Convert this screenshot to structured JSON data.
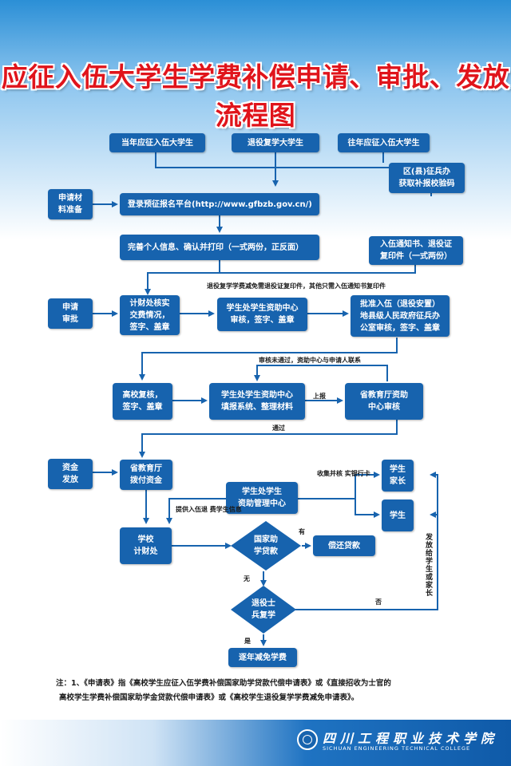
{
  "title": "应征入伍大学生学费补偿申请、审批、发放流程图",
  "nodes": {
    "current_students": "当年应征入伍大学生",
    "retired_students": "退役复学大学生",
    "previous_students": "往年应征入伍大学生",
    "district_office": "区(县)征兵办\n获取补报校验码",
    "materials_prep": "申请材\n料准备",
    "login_platform": "登录预征报名平台(http://www.gfbzb.gov.cn/)",
    "complete_info": "完善个人信息、确认并打印（一式两份，正反面）",
    "enlistment_notice": "入伍通知书、退役证\n复印件（一式两份）",
    "apply_review": "申请\n审批",
    "finance_check": "计财处核实\n交费情况，\n签字、盖章",
    "aid_center_review": "学生处学生资助中心\n审核，签字、盖章",
    "approve_enlist": "批准入伍（退役安置）\n地县级人民政府征兵办\n公室审核，签字、盖章",
    "school_recheck": "高校复核，\n签字、盖章",
    "aid_center_fill": "学生处学生资助中心\n填报系统、整理材料",
    "province_review": "省教育厅资助\n中心审核",
    "funds_issue": "资金\n发放",
    "province_allocate": "省教育厅\n拨付资金",
    "aid_mgmt_center": "学生处学生\n资助管理中心",
    "student_parent": "学生\n家长",
    "student": "学生",
    "school_finance": "学校\n计财处",
    "national_loan": "国家助\n学贷款",
    "repay_loan": "偿还贷款",
    "retired_resume": "退役士\n兵复学",
    "tuition_waiver": "逐年减免学费"
  },
  "labels": {
    "retired_note": "退役复学学费减免需退役证复印件，其他只需入伍通知书复印件",
    "review_fail": "审核未通过，资助中心与申请人联系",
    "report_up": "上报",
    "passed": "通过",
    "collect_bank": "收集并核\n实银行卡",
    "provide_info": "提供入伍退\n费学生信息",
    "yes1": "有",
    "no1": "无",
    "no2": "否",
    "yes2": "是",
    "distribute": "发放给学生或家长"
  },
  "note": {
    "line1": "注：1、《申请表》指《高校学生应征入伍学费补偿国家助学贷款代偿申请表》或《直接招收为士官的",
    "line2": "高校学生学费补偿国家助学金贷款代偿申请表》或《高校学生退役复学学费减免申请表》。"
  },
  "footer": {
    "school_name": "四川工程职业技术学院",
    "school_en": "SICHUAN ENGINEERING TECHNICAL COLLEGE"
  },
  "colors": {
    "box": "#1763ae",
    "title": "#e0141b",
    "line": "#1763ae"
  }
}
